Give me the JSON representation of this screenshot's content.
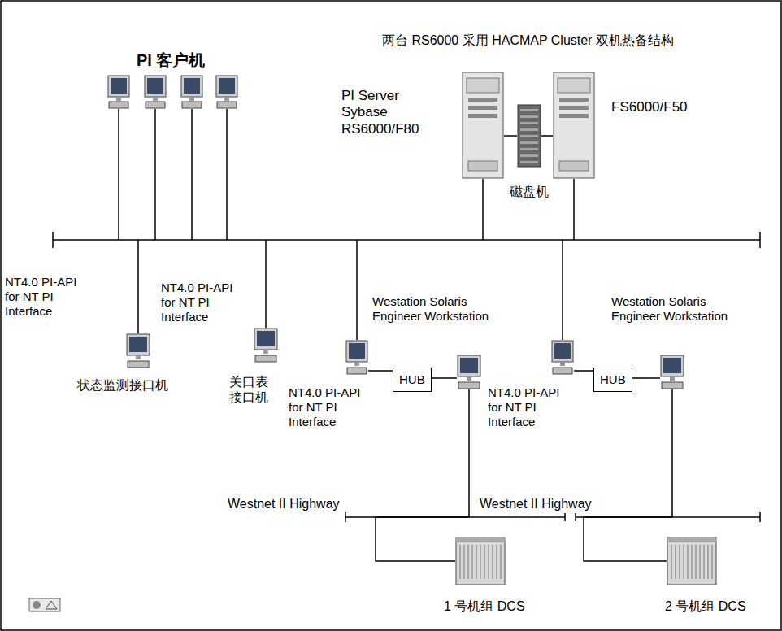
{
  "diagram": {
    "nodes": [
      {
        "text": [
          "PI Server Sybase RS6000/F80"
        ]
      },
      {
        "text": [
          "磁盘机"
        ]
      },
      {
        "text": [
          "FS6000/F50"
        ]
      },
      {
        "text": [
          "NT4.0 PI-API for NT PI Interface",
          "状态监测接口机"
        ]
      },
      {
        "text": [
          "NT4.0 PI-API for NT PI Interface",
          "关口表 接口机"
        ]
      },
      {
        "text": [
          "NT4.0 PI-API for NT PI Interface"
        ]
      },
      {
        "text": [
          "HUB"
        ]
      },
      {
        "text": [
          "Westation Solaris Engineer Workstation"
        ]
      },
      {
        "text": [
          "NT4.0 PI-API for NT PI Interface"
        ]
      },
      {
        "text": [
          "HUB"
        ]
      },
      {
        "text": [
          "Westation Solaris Engineer Workstation"
        ]
      },
      {
        "text": [
          "1 号机组 DCS"
        ]
      },
      {
        "text": [
          "2 号机组 DCS"
        ]
      }
    ],
    "edges": [
      {
        "from": 0,
        "to": 1,
        "arrow": "none"
      },
      {
        "from": 1,
        "to": 2,
        "arrow": "none"
      },
      {
        "from": 5,
        "to": 6,
        "arrow": "none"
      },
      {
        "from": 6,
        "to": 7,
        "arrow": "none"
      },
      {
        "from": 8,
        "to": 9,
        "arrow": "none"
      },
      {
        "from": 9,
        "to": 10,
        "arrow": "none"
      },
      {
        "from": 7,
        "to": 11,
        "arrow": "none"
      },
      {
        "from": 10,
        "to": 12,
        "arrow": "none"
      }
    ],
    "labels": [
      "两台 RS6000 采用 HACMAP Cluster 双机热备结构",
      "PI 客户机",
      "Westnet II Highway",
      "Westnet II Highway"
    ]
  }
}
